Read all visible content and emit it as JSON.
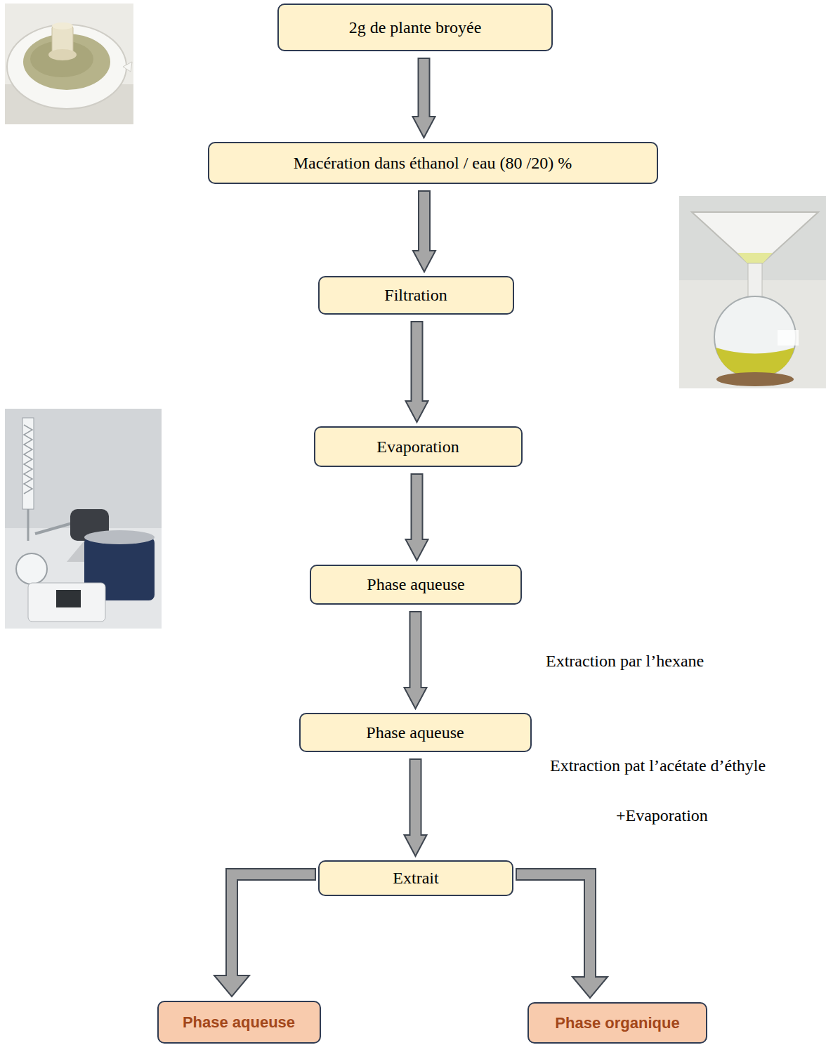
{
  "diagram": {
    "nodes": [
      {
        "text": [
          "2g de plante broyée"
        ]
      },
      {
        "text": [
          "Macération dans éthanol / eau (80 /20) %"
        ]
      },
      {
        "text": [
          "Filtration"
        ]
      },
      {
        "text": [
          "Evaporation"
        ]
      },
      {
        "text": [
          "Phase aqueuse"
        ]
      },
      {
        "text": [
          "Phase aqueuse"
        ]
      },
      {
        "text": [
          "Extrait"
        ]
      },
      {
        "text": [
          "Phase aqueuse"
        ]
      },
      {
        "text": [
          "Phase organique"
        ]
      }
    ],
    "edges": [
      {
        "from": 0,
        "to": 1,
        "arrow": "to"
      },
      {
        "from": 1,
        "to": 2,
        "arrow": "to"
      },
      {
        "from": 2,
        "to": 3,
        "arrow": "to"
      },
      {
        "from": 3,
        "to": 4,
        "arrow": "to"
      },
      {
        "from": 4,
        "to": 5,
        "label": "Extraction par l’hexane",
        "arrow": "to"
      },
      {
        "from": 5,
        "to": 6,
        "label": "Extraction pat l’acétate d’éthyle",
        "arrow": "to"
      },
      {
        "from": 6,
        "to": 7,
        "arrow": "to"
      },
      {
        "from": 6,
        "to": 8,
        "arrow": "to"
      }
    ],
    "labels": [
      "+Evaporation"
    ]
  }
}
